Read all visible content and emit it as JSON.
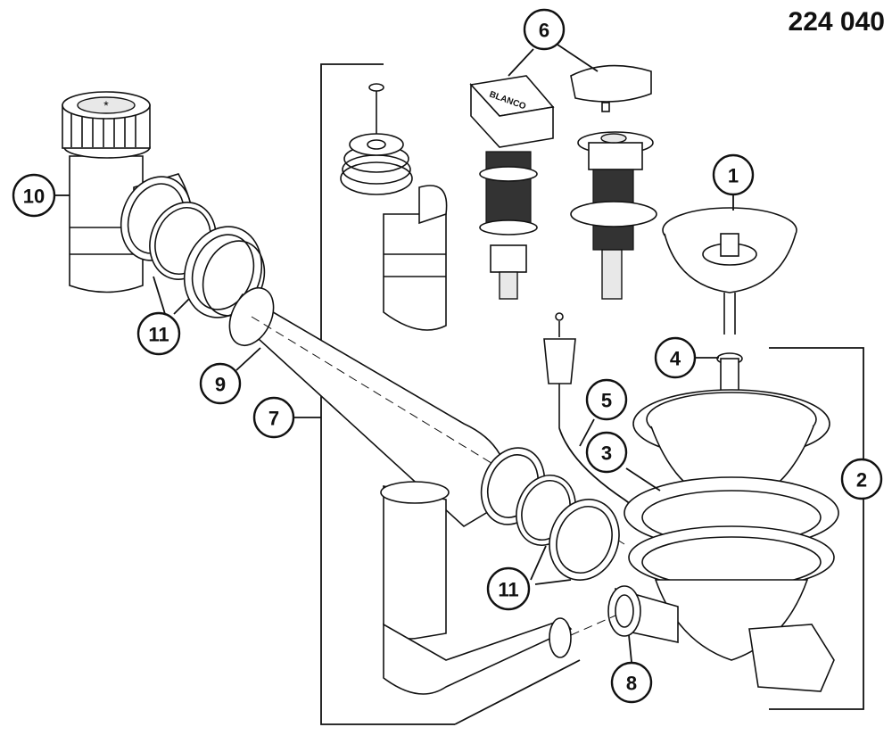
{
  "part_number": "224 040",
  "brand_text": "BLANCO",
  "callouts": [
    {
      "id": "1",
      "label": "1"
    },
    {
      "id": "2",
      "label": "2"
    },
    {
      "id": "3",
      "label": "3"
    },
    {
      "id": "4",
      "label": "4"
    },
    {
      "id": "5",
      "label": "5"
    },
    {
      "id": "6",
      "label": "6"
    },
    {
      "id": "7",
      "label": "7"
    },
    {
      "id": "8",
      "label": "8"
    },
    {
      "id": "9",
      "label": "9"
    },
    {
      "id": "10",
      "label": "10"
    },
    {
      "id": "11a",
      "label": "11"
    },
    {
      "id": "11b",
      "label": "11"
    }
  ]
}
